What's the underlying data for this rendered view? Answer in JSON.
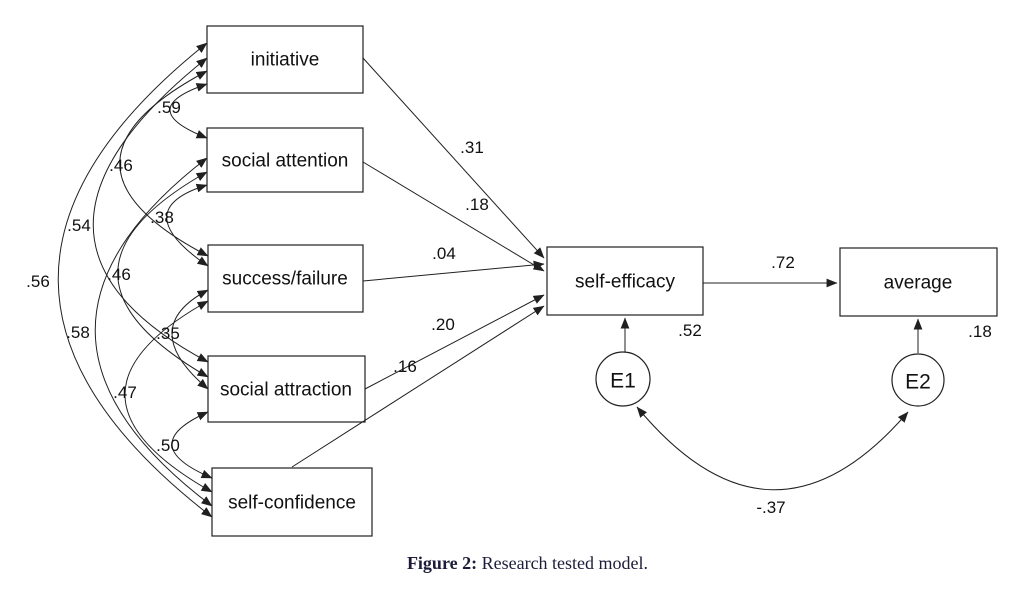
{
  "figure": {
    "caption_prefix": "Figure 2:",
    "caption_rest": " Research tested model."
  },
  "nodes": {
    "initiative": "initiative",
    "social_attention": "social attention",
    "success_failure": "success/failure",
    "social_attraction": "social attraction",
    "self_confidence": "self-confidence",
    "self_efficacy": "self-efficacy",
    "average": "average",
    "e1": "E1",
    "e2": "E2"
  },
  "path_coefficients": {
    "initiative_to_self_efficacy": ".31",
    "social_attention_to_self_efficacy": ".18",
    "success_failure_to_self_efficacy": ".04",
    "social_attraction_to_self_efficacy": ".20",
    "self_confidence_to_self_efficacy": ".16",
    "self_efficacy_to_average": ".72"
  },
  "explained_variance": {
    "self_efficacy": ".52",
    "average": ".18"
  },
  "correlations": {
    "initiative_social_attention": ".59",
    "initiative_success_failure": ".46",
    "initiative_social_attraction": ".54",
    "initiative_self_confidence": ".56",
    "social_attention_success_failure": ".38",
    "social_attention_social_attraction": ".46",
    "social_attention_self_confidence": ".58",
    "success_failure_social_attraction": ".35",
    "success_failure_self_confidence": ".47",
    "social_attraction_self_confidence": ".50"
  },
  "error_covariance": "-.37",
  "colors": {
    "line": "#202020",
    "text": "#111111",
    "background": "#ffffff"
  }
}
